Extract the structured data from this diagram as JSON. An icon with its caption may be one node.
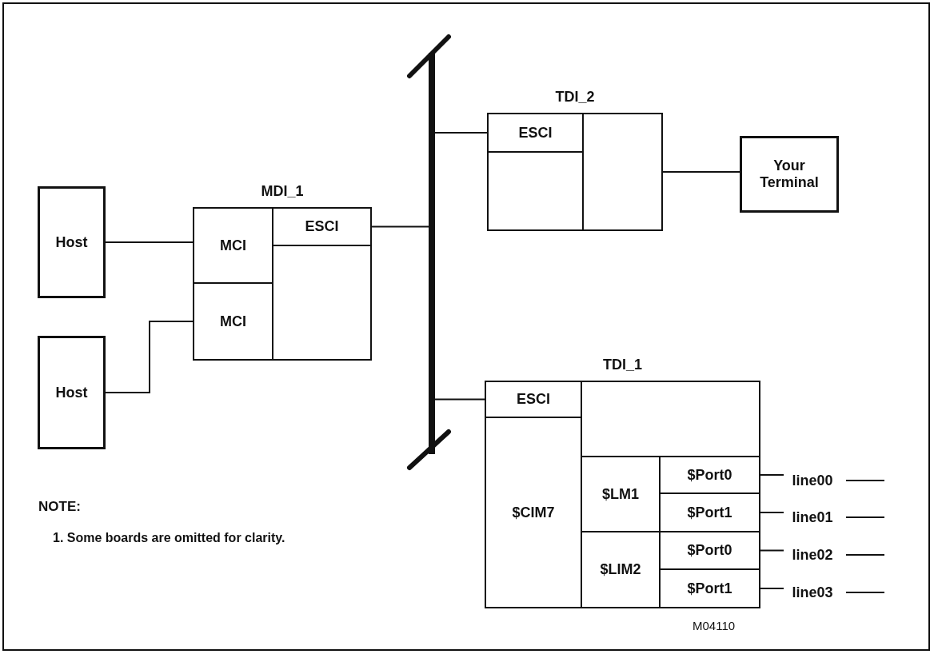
{
  "diagram": {
    "nodes": [
      {
        "text": [
          "Host"
        ]
      },
      {
        "text": [
          "Host"
        ]
      },
      {
        "text": [
          "MDI_1"
        ]
      },
      {
        "text": [
          "MCI"
        ],
        "in": 2
      },
      {
        "text": [
          "MCI"
        ],
        "in": 2
      },
      {
        "text": [
          "ESCI"
        ],
        "in": 2
      },
      {
        "text": [],
        "shape": "box",
        "in": 2
      },
      {
        "text": [],
        "shape": "bar"
      },
      {
        "text": [
          "TDI_2"
        ]
      },
      {
        "text": [
          "ESCI"
        ],
        "in": 8
      },
      {
        "text": [],
        "shape": "box",
        "in": 8
      },
      {
        "text": [],
        "shape": "box",
        "in": 8
      },
      {
        "text": [
          "Your Terminal"
        ]
      },
      {
        "text": [
          "TDI_1"
        ]
      },
      {
        "text": [
          "ESCI"
        ],
        "in": 13
      },
      {
        "text": [
          "$CIM7"
        ],
        "in": 13
      },
      {
        "text": [],
        "shape": "box",
        "in": 13
      },
      {
        "text": [
          "$LM1"
        ],
        "in": 13
      },
      {
        "text": [
          "$Port0"
        ],
        "in": 13
      },
      {
        "text": [
          "$Port1"
        ],
        "in": 13
      },
      {
        "text": [
          "$LIM2"
        ],
        "in": 13
      },
      {
        "text": [
          "$Port0"
        ],
        "in": 13
      },
      {
        "text": [
          "$Port1"
        ],
        "in": 13
      },
      {
        "text": [
          "line00"
        ]
      },
      {
        "text": [
          "line01"
        ]
      },
      {
        "text": [
          "line02"
        ]
      },
      {
        "text": [
          "line03"
        ]
      }
    ],
    "edges": [
      {
        "from": 0,
        "to": 3,
        "arrow": "none"
      },
      {
        "from": 1,
        "to": 4,
        "arrow": "none"
      },
      {
        "from": 5,
        "to": 7,
        "arrow": "none"
      },
      {
        "from": 7,
        "to": 9,
        "arrow": "none"
      },
      {
        "from": 7,
        "to": 14,
        "arrow": "none"
      },
      {
        "from": 11,
        "to": 12,
        "arrow": "none"
      },
      {
        "from": 18,
        "to": 23,
        "arrow": "none"
      },
      {
        "from": 19,
        "to": 24,
        "arrow": "none"
      },
      {
        "from": 21,
        "to": 25,
        "arrow": "none"
      },
      {
        "from": 22,
        "to": 26,
        "arrow": "none"
      },
      {
        "from": 23,
        "to": null,
        "arrow": "none"
      },
      {
        "from": 24,
        "to": null,
        "arrow": "none"
      },
      {
        "from": 25,
        "to": null,
        "arrow": "none"
      },
      {
        "from": 26,
        "to": null,
        "arrow": "none"
      }
    ],
    "labels": [
      "NOTE:",
      "1. Some boards are omitted for clarity.",
      "M04110"
    ]
  }
}
